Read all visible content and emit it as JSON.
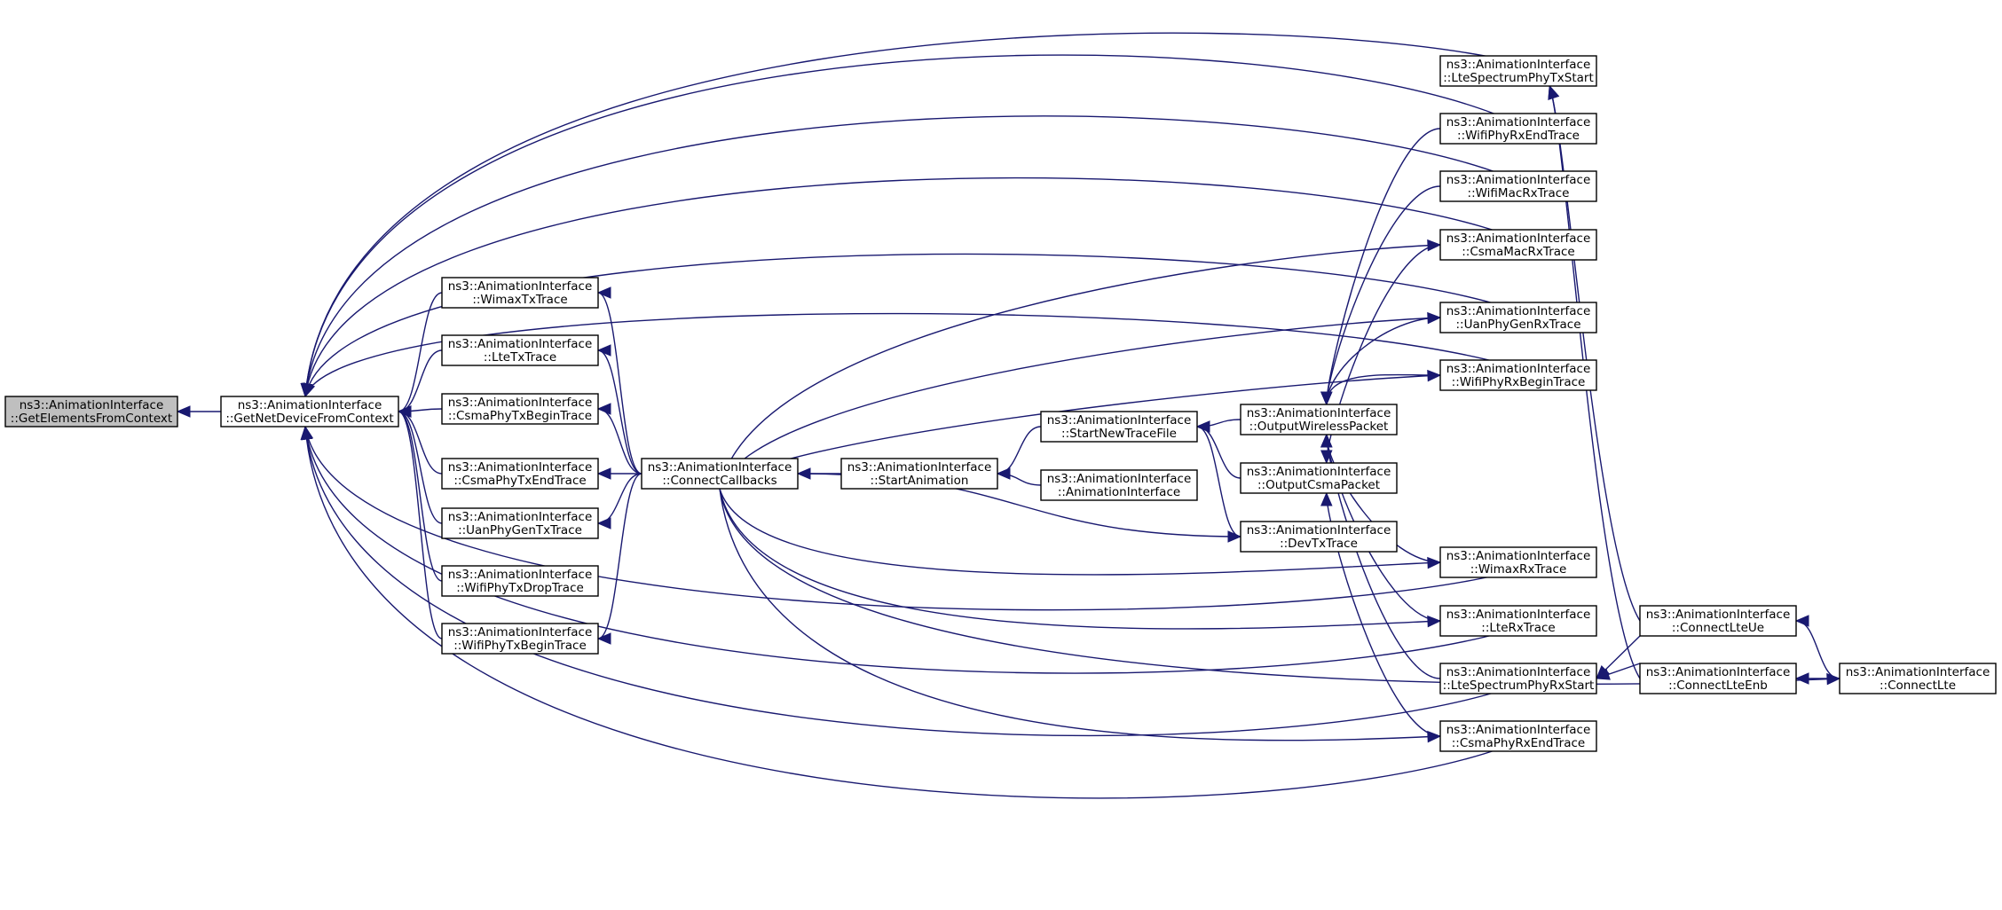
{
  "colors": {
    "edge": "#191970",
    "focus_fill": "#bfbfbf",
    "node_fill": "#ffffff",
    "node_border": "#000000"
  },
  "nodes": [
    {
      "id": "GetElementsFromContext",
      "line1": "ns3::AnimationInterface",
      "line2": "::GetElementsFromContext",
      "focus": true
    },
    {
      "id": "GetNetDeviceFromContext",
      "line1": "ns3::AnimationInterface",
      "line2": "::GetNetDeviceFromContext"
    },
    {
      "id": "WimaxTxTrace",
      "line1": "ns3::AnimationInterface",
      "line2": "::WimaxTxTrace"
    },
    {
      "id": "LteTxTrace",
      "line1": "ns3::AnimationInterface",
      "line2": "::LteTxTrace"
    },
    {
      "id": "CsmaPhyTxBeginTrace",
      "line1": "ns3::AnimationInterface",
      "line2": "::CsmaPhyTxBeginTrace"
    },
    {
      "id": "CsmaPhyTxEndTrace",
      "line1": "ns3::AnimationInterface",
      "line2": "::CsmaPhyTxEndTrace"
    },
    {
      "id": "UanPhyGenTxTrace",
      "line1": "ns3::AnimationInterface",
      "line2": "::UanPhyGenTxTrace"
    },
    {
      "id": "WifiPhyTxDropTrace",
      "line1": "ns3::AnimationInterface",
      "line2": "::WifiPhyTxDropTrace"
    },
    {
      "id": "WifiPhyTxBeginTrace",
      "line1": "ns3::AnimationInterface",
      "line2": "::WifiPhyTxBeginTrace"
    },
    {
      "id": "ConnectCallbacks",
      "line1": "ns3::AnimationInterface",
      "line2": "::ConnectCallbacks"
    },
    {
      "id": "StartAnimation",
      "line1": "ns3::AnimationInterface",
      "line2": "::StartAnimation"
    },
    {
      "id": "StartNewTraceFile",
      "line1": "ns3::AnimationInterface",
      "line2": "::StartNewTraceFile"
    },
    {
      "id": "AnimationInterface",
      "line1": "ns3::AnimationInterface",
      "line2": "::AnimationInterface"
    },
    {
      "id": "OutputWirelessPacket",
      "line1": "ns3::AnimationInterface",
      "line2": "::OutputWirelessPacket"
    },
    {
      "id": "OutputCsmaPacket",
      "line1": "ns3::AnimationInterface",
      "line2": "::OutputCsmaPacket"
    },
    {
      "id": "DevTxTrace",
      "line1": "ns3::AnimationInterface",
      "line2": "::DevTxTrace"
    },
    {
      "id": "LteSpectrumPhyTxStart",
      "line1": "ns3::AnimationInterface",
      "line2": "::LteSpectrumPhyTxStart"
    },
    {
      "id": "WifiPhyRxEndTrace",
      "line1": "ns3::AnimationInterface",
      "line2": "::WifiPhyRxEndTrace"
    },
    {
      "id": "WifiMacRxTrace",
      "line1": "ns3::AnimationInterface",
      "line2": "::WifiMacRxTrace"
    },
    {
      "id": "CsmaMacRxTrace",
      "line1": "ns3::AnimationInterface",
      "line2": "::CsmaMacRxTrace"
    },
    {
      "id": "UanPhyGenRxTrace",
      "line1": "ns3::AnimationInterface",
      "line2": "::UanPhyGenRxTrace"
    },
    {
      "id": "WifiPhyRxBeginTrace",
      "line1": "ns3::AnimationInterface",
      "line2": "::WifiPhyRxBeginTrace"
    },
    {
      "id": "WimaxRxTrace",
      "line1": "ns3::AnimationInterface",
      "line2": "::WimaxRxTrace"
    },
    {
      "id": "LteRxTrace",
      "line1": "ns3::AnimationInterface",
      "line2": "::LteRxTrace"
    },
    {
      "id": "LteSpectrumPhyRxStart",
      "line1": "ns3::AnimationInterface",
      "line2": "::LteSpectrumPhyRxStart"
    },
    {
      "id": "CsmaPhyRxEndTrace",
      "line1": "ns3::AnimationInterface",
      "line2": "::CsmaPhyRxEndTrace"
    },
    {
      "id": "ConnectLteUe",
      "line1": "ns3::AnimationInterface",
      "line2": "::ConnectLteUe"
    },
    {
      "id": "ConnectLteEnb",
      "line1": "ns3::AnimationInterface",
      "line2": "::ConnectLteEnb"
    },
    {
      "id": "ConnectLte",
      "line1": "ns3::AnimationInterface",
      "line2": "::ConnectLte"
    }
  ],
  "edges": [
    {
      "from": "GetNetDeviceFromContext",
      "to": "GetElementsFromContext"
    },
    {
      "from": "WimaxTxTrace",
      "to": "GetNetDeviceFromContext"
    },
    {
      "from": "LteTxTrace",
      "to": "GetNetDeviceFromContext"
    },
    {
      "from": "CsmaPhyTxBeginTrace",
      "to": "GetNetDeviceFromContext"
    },
    {
      "from": "CsmaPhyTxEndTrace",
      "to": "GetNetDeviceFromContext"
    },
    {
      "from": "UanPhyGenTxTrace",
      "to": "GetNetDeviceFromContext"
    },
    {
      "from": "WifiPhyTxDropTrace",
      "to": "GetNetDeviceFromContext"
    },
    {
      "from": "WifiPhyTxBeginTrace",
      "to": "GetNetDeviceFromContext"
    },
    {
      "from": "LteSpectrumPhyTxStart",
      "to": "GetNetDeviceFromContext"
    },
    {
      "from": "WifiPhyRxEndTrace",
      "to": "GetNetDeviceFromContext"
    },
    {
      "from": "WifiMacRxTrace",
      "to": "GetNetDeviceFromContext"
    },
    {
      "from": "CsmaMacRxTrace",
      "to": "GetNetDeviceFromContext"
    },
    {
      "from": "UanPhyGenRxTrace",
      "to": "GetNetDeviceFromContext"
    },
    {
      "from": "WifiPhyRxBeginTrace",
      "to": "GetNetDeviceFromContext"
    },
    {
      "from": "WimaxRxTrace",
      "to": "GetNetDeviceFromContext"
    },
    {
      "from": "LteRxTrace",
      "to": "GetNetDeviceFromContext"
    },
    {
      "from": "LteSpectrumPhyRxStart",
      "to": "GetNetDeviceFromContext"
    },
    {
      "from": "CsmaPhyRxEndTrace",
      "to": "GetNetDeviceFromContext"
    },
    {
      "from": "ConnectCallbacks",
      "to": "WimaxTxTrace"
    },
    {
      "from": "ConnectCallbacks",
      "to": "LteTxTrace"
    },
    {
      "from": "ConnectCallbacks",
      "to": "CsmaPhyTxBeginTrace"
    },
    {
      "from": "ConnectCallbacks",
      "to": "CsmaPhyTxEndTrace"
    },
    {
      "from": "ConnectCallbacks",
      "to": "UanPhyGenTxTrace"
    },
    {
      "from": "ConnectCallbacks",
      "to": "WifiPhyTxBeginTrace"
    },
    {
      "from": "ConnectCallbacks",
      "to": "CsmaMacRxTrace"
    },
    {
      "from": "ConnectCallbacks",
      "to": "UanPhyGenRxTrace"
    },
    {
      "from": "ConnectCallbacks",
      "to": "WifiPhyRxBeginTrace"
    },
    {
      "from": "ConnectCallbacks",
      "to": "DevTxTrace"
    },
    {
      "from": "ConnectCallbacks",
      "to": "WimaxRxTrace"
    },
    {
      "from": "ConnectCallbacks",
      "to": "LteRxTrace"
    },
    {
      "from": "ConnectCallbacks",
      "to": "CsmaPhyRxEndTrace"
    },
    {
      "from": "ConnectCallbacks",
      "to": "ConnectLte"
    },
    {
      "from": "StartAnimation",
      "to": "ConnectCallbacks"
    },
    {
      "from": "StartNewTraceFile",
      "to": "StartAnimation"
    },
    {
      "from": "AnimationInterface",
      "to": "StartAnimation"
    },
    {
      "from": "OutputWirelessPacket",
      "to": "StartNewTraceFile"
    },
    {
      "from": "OutputCsmaPacket",
      "to": "StartNewTraceFile"
    },
    {
      "from": "DevTxTrace",
      "to": "StartNewTraceFile"
    },
    {
      "from": "WifiPhyRxEndTrace",
      "to": "OutputWirelessPacket"
    },
    {
      "from": "WifiMacRxTrace",
      "to": "OutputWirelessPacket"
    },
    {
      "from": "UanPhyGenRxTrace",
      "to": "OutputWirelessPacket"
    },
    {
      "from": "WifiPhyRxBeginTrace",
      "to": "OutputWirelessPacket"
    },
    {
      "from": "WimaxRxTrace",
      "to": "OutputWirelessPacket"
    },
    {
      "from": "LteRxTrace",
      "to": "OutputWirelessPacket"
    },
    {
      "from": "LteSpectrumPhyRxStart",
      "to": "OutputWirelessPacket"
    },
    {
      "from": "CsmaMacRxTrace",
      "to": "OutputCsmaPacket"
    },
    {
      "from": "CsmaPhyRxEndTrace",
      "to": "OutputCsmaPacket"
    },
    {
      "from": "ConnectLteUe",
      "to": "LteSpectrumPhyTxStart"
    },
    {
      "from": "ConnectLteEnb",
      "to": "LteSpectrumPhyTxStart"
    },
    {
      "from": "ConnectLteUe",
      "to": "LteSpectrumPhyRxStart"
    },
    {
      "from": "ConnectLteEnb",
      "to": "LteSpectrumPhyRxStart"
    },
    {
      "from": "ConnectLte",
      "to": "ConnectLteUe"
    },
    {
      "from": "ConnectLte",
      "to": "ConnectLteEnb"
    }
  ]
}
